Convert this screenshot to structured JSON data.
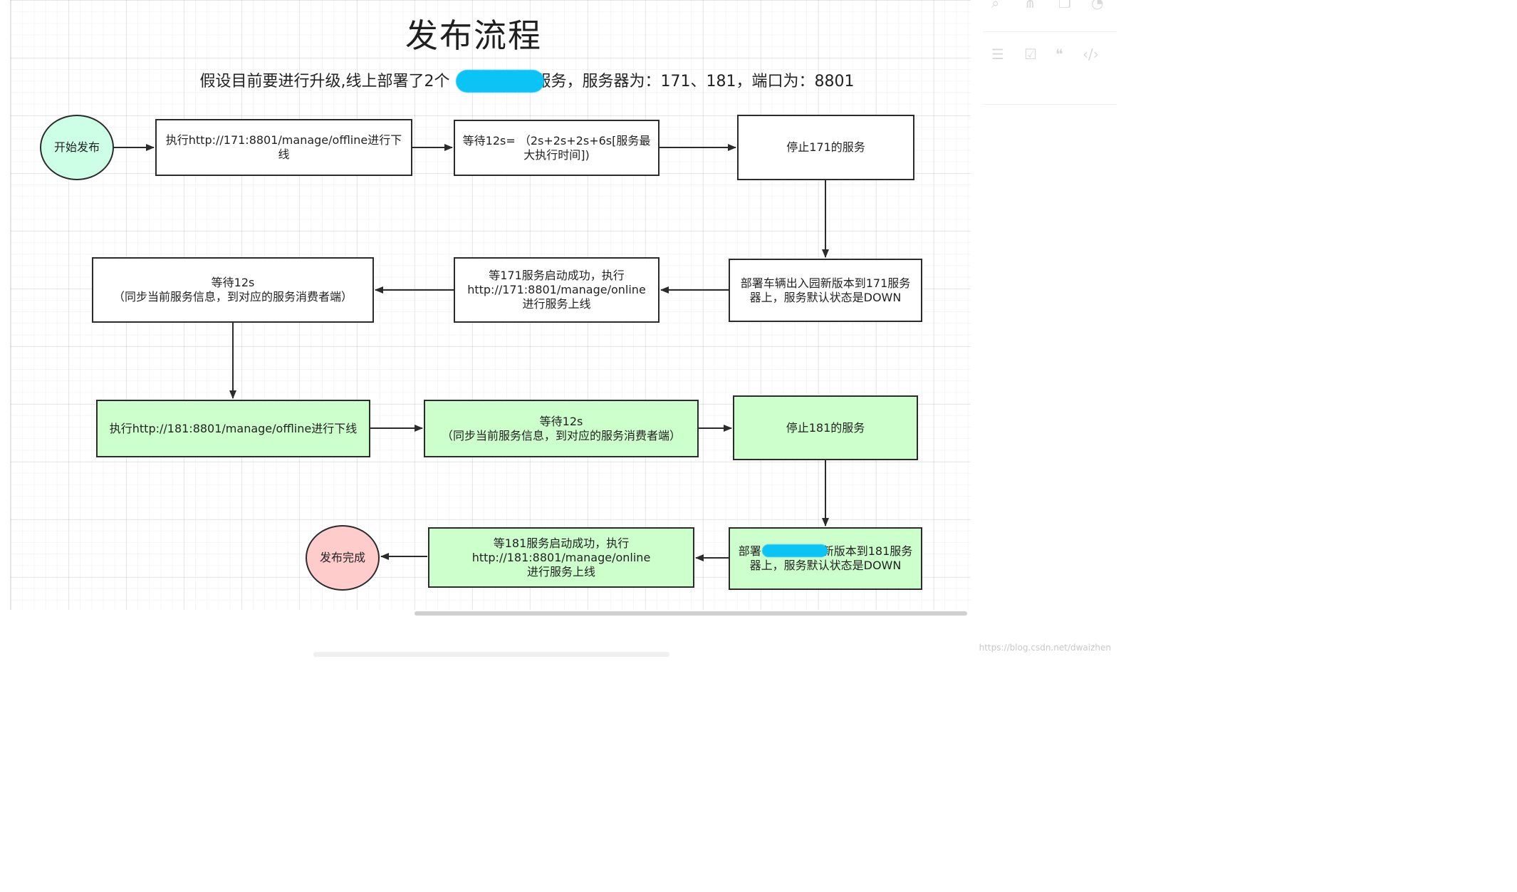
{
  "diagram": {
    "title": "发布流程",
    "subtitle_prefix": "假设目前要进行升级,线上部署了2个",
    "subtitle_suffix": "服务，服务器为：171、181，端口为：8801",
    "colors": {
      "green_fill": "#ccffcc",
      "start_fill": "#ccffe5",
      "end_fill": "#ffcccc",
      "stroke": "#2b2b2b",
      "redaction": "#0cc3f5"
    },
    "nodes": {
      "start": "开始发布",
      "offline171": "执行http://171:8801/manage/offline进行下线",
      "wait12s_first": "等待12s= （2s+2s+2s+6s[服务最大执行时间])",
      "stop171": "停止171的服务",
      "deploy171": "部署车辆出入园新版本到171服务器上，服务默认状态是DOWN",
      "online171": "等171服务启动成功，执行\nhttp://171:8801/manage/online\n进行服务上线",
      "wait12s_sync1": "等待12s\n（同步当前服务信息，到对应的服务消费者端）",
      "offline181": "执行http://181:8801/manage/offline进行下线",
      "wait12s_sync2": "等待12s\n（同步当前服务信息，到对应的服务消费者端）",
      "stop181": "停止181的服务",
      "deploy181_prefix": "部署",
      "deploy181_suffix": "新版本到181服务器上，服务默认状态是DOWN",
      "online181": "等181服务启动成功，执行\nhttp://181:8801/manage/online\n进行服务上线",
      "end": "发布完成"
    }
  },
  "toolbar": {
    "icons": [
      "search-icon",
      "share-icon",
      "copy-icon",
      "history-icon",
      "list-icon",
      "checkbox-icon",
      "quote-icon",
      "code-icon"
    ]
  },
  "watermark": "https://blog.csdn.net/dwaizhen"
}
